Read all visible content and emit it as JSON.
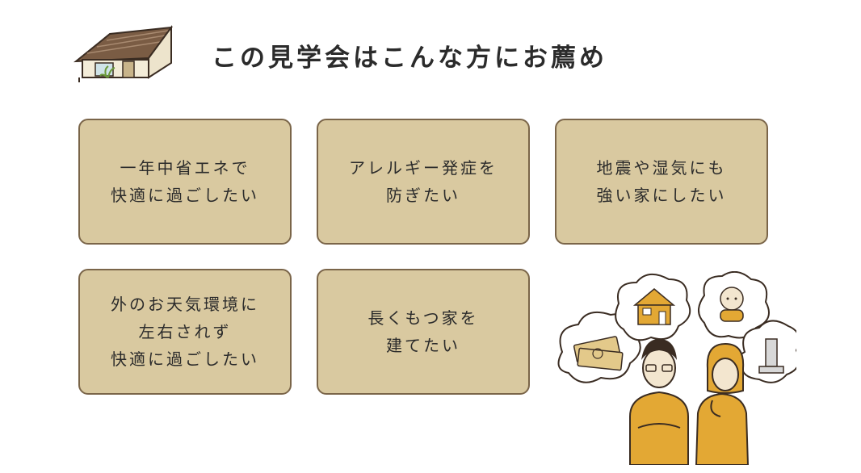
{
  "header": {
    "title": "この見学会はこんな方にお薦め"
  },
  "cards": [
    {
      "lines": [
        "一年中省エネで",
        "快適に過ごしたい"
      ]
    },
    {
      "lines": [
        "アレルギー発症を",
        "防ぎたい"
      ]
    },
    {
      "lines": [
        "地震や湿気にも",
        "強い家にしたい"
      ]
    },
    {
      "lines": [
        "外のお天気環境に",
        "左右されず",
        "快適に過ごしたい"
      ]
    },
    {
      "lines": [
        "長くもつ家を",
        "建てたい"
      ]
    }
  ],
  "illustration": {
    "thought_bubbles": [
      "money-icon",
      "house-icon",
      "baby-icon",
      "grave-icon"
    ],
    "people": [
      "thinking-man",
      "thinking-woman"
    ]
  },
  "colors": {
    "card_fill": "#d9c9a0",
    "card_border": "#7a6549",
    "text": "#2b2b2b",
    "illustration_accent": "#e3a834"
  }
}
